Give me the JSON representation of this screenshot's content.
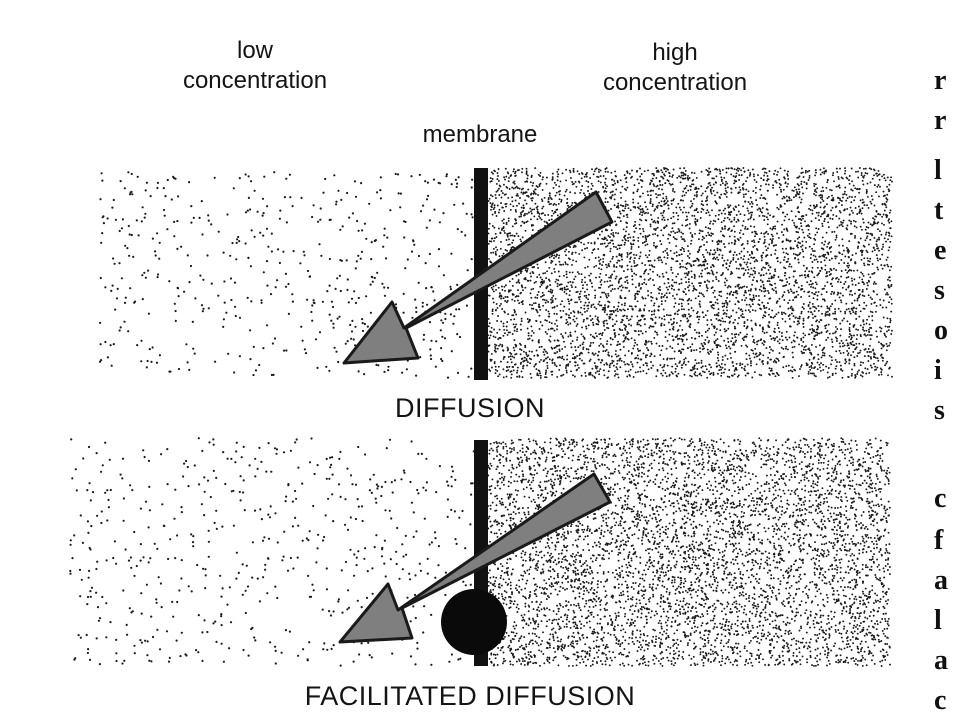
{
  "labels": {
    "low": "low\nconcentration",
    "high": "high\nconcentration",
    "membrane": "membrane"
  },
  "panels": [
    {
      "title": "DIFFUSION",
      "has_carrier": false
    },
    {
      "title": "FACILITATED DIFFUSION",
      "has_carrier": true
    }
  ],
  "edge_text_fragments": [
    "r",
    "r",
    "l",
    "t",
    "e",
    "s",
    "o",
    "i",
    "s",
    "c",
    "f",
    "a",
    "l",
    "a",
    "c"
  ],
  "colors": {
    "arrow_fill": "#7f7f7f",
    "arrow_outline": "#1a1a1a",
    "membrane": "#111111",
    "carrier": "#0a0a0a",
    "stipple": "#1a1a1a"
  }
}
